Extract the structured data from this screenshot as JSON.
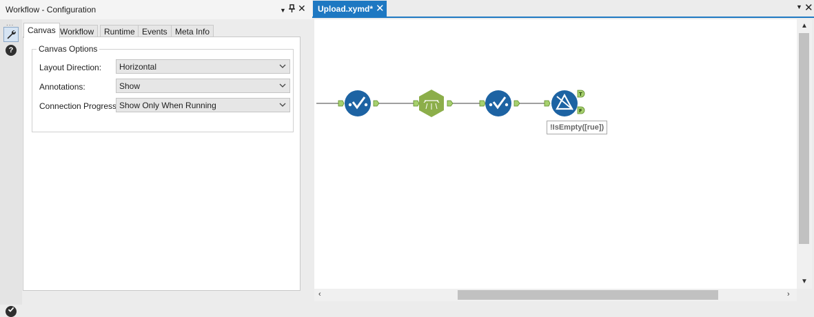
{
  "config_panel": {
    "title": "Workflow - Configuration",
    "dots": "...",
    "tabs": [
      "Canvas",
      "Workflow",
      "Runtime",
      "Events",
      "Meta Info"
    ],
    "active_tab": "Canvas",
    "group_label": "Canvas Options",
    "options": [
      {
        "label": "Layout Direction:",
        "value": "Horizontal"
      },
      {
        "label": "Annotations:",
        "value": "Show"
      },
      {
        "label": "Connection Progress:",
        "value": "Show Only When Running"
      }
    ],
    "help_glyph": "?",
    "icons": [
      "wrench-icon",
      "help-icon",
      "check-icon"
    ]
  },
  "canvas": {
    "document_tab": "Upload.xymd*",
    "tool_annotation": "!IsEmpty([rue])",
    "filter_anchor_true": "T",
    "filter_anchor_false": "F",
    "tools": [
      "select-tool-icon",
      "data-cleansing-tool-icon",
      "select-tool-icon",
      "filter-tool-icon"
    ],
    "colors": {
      "accent": "#1e78c2",
      "tool_blue": "#1d63a3",
      "tool_green": "#8cae4a",
      "anchor_green": "#a6d06e"
    }
  }
}
